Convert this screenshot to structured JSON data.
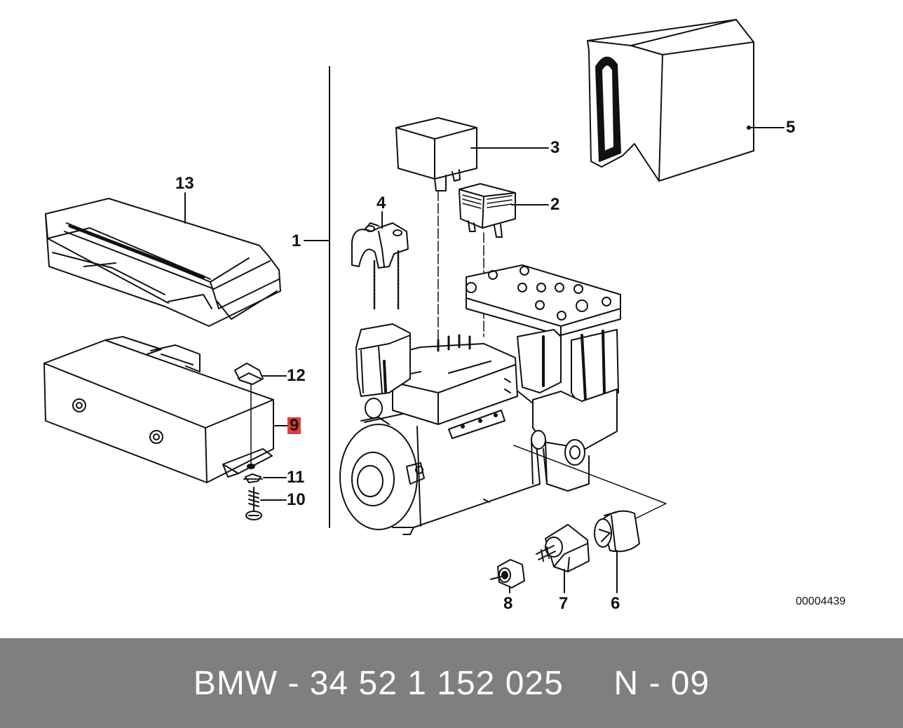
{
  "diagram": {
    "callouts": {
      "c1": "1",
      "c2": "2",
      "c3": "3",
      "c4": "4",
      "c5": "5",
      "c6": "6",
      "c7": "7",
      "c8": "8",
      "c9": "9",
      "c10": "10",
      "c11": "11",
      "c12": "12",
      "c13": "13"
    },
    "highlighted_callout": "9",
    "highlight_color": "#e23b3b",
    "reference_number": "00004439"
  },
  "footer": {
    "text": "BMW - 34 52 1 152 025     N - 09",
    "background": "#7f7f7f",
    "text_color": "#ffffff"
  }
}
